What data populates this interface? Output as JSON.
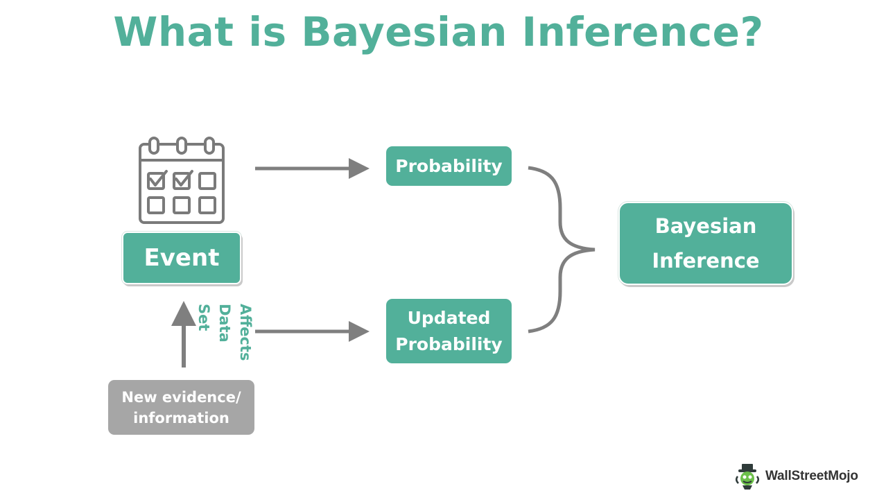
{
  "title": "What is Bayesian Inference?",
  "nodes": {
    "event": "Event",
    "probability": "Probability",
    "updated_probability": [
      "Updated",
      "Probability"
    ],
    "bayesian_inference": [
      "Bayesian",
      "Inference"
    ],
    "new_evidence": [
      "New evidence/",
      "information"
    ]
  },
  "edge_label": [
    "Affects",
    "Data Set"
  ],
  "logo": "WallStreetMojo",
  "icons": {
    "event": "calendar-check-icon",
    "logo": "mascot-icon"
  },
  "colors": {
    "accent": "#52b09a",
    "arrow": "#7f7f7f",
    "evidence_box": "#a6a6a6",
    "icon": "#7a7a7a"
  }
}
